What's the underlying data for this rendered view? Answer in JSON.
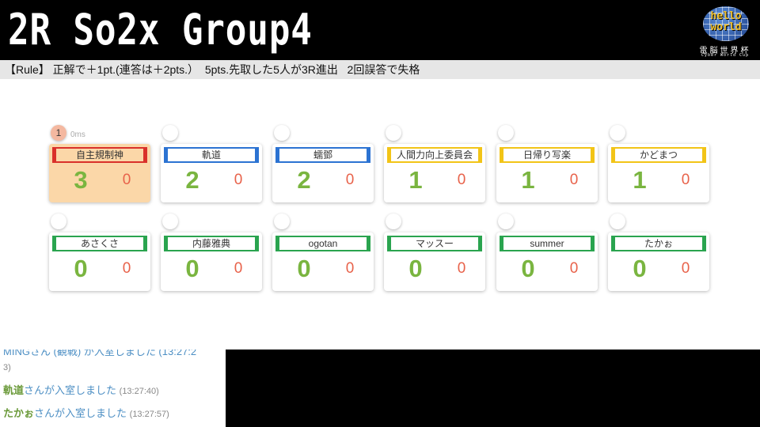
{
  "header": {
    "title": "2R So2x Group4",
    "logo": {
      "word": "hello\nworld",
      "subtitle_cn": "電脳世界杯",
      "subtitle_en": "Cyber World Cup"
    }
  },
  "rule_bar": {
    "text": "【Rule】 正解で＋1pt.(連答は＋2pts.）  5pts.先取した5人が3R進出   2回誤答で失格"
  },
  "players": [
    {
      "rank": "1",
      "ms": "0ms",
      "name": "自主規制神",
      "correct": "3",
      "wrong": "0",
      "color": "red",
      "leader": true
    },
    {
      "rank": "",
      "ms": "",
      "name": "軌道",
      "correct": "2",
      "wrong": "0",
      "color": "blue",
      "leader": false
    },
    {
      "rank": "",
      "ms": "",
      "name": "蠕鄧",
      "correct": "2",
      "wrong": "0",
      "color": "blue",
      "leader": false
    },
    {
      "rank": "",
      "ms": "",
      "name": "人間力向上委員会",
      "correct": "1",
      "wrong": "0",
      "color": "yellow",
      "leader": false
    },
    {
      "rank": "",
      "ms": "",
      "name": "日帰り写楽",
      "correct": "1",
      "wrong": "0",
      "color": "yellow",
      "leader": false
    },
    {
      "rank": "",
      "ms": "",
      "name": "かどまつ",
      "correct": "1",
      "wrong": "0",
      "color": "yellow",
      "leader": false
    },
    {
      "rank": "",
      "ms": "",
      "name": "あさくさ",
      "correct": "0",
      "wrong": "0",
      "color": "green",
      "leader": false
    },
    {
      "rank": "",
      "ms": "",
      "name": "内藤雅典",
      "correct": "0",
      "wrong": "0",
      "color": "green",
      "leader": false
    },
    {
      "rank": "",
      "ms": "",
      "name": "ogotan",
      "correct": "0",
      "wrong": "0",
      "color": "green",
      "leader": false
    },
    {
      "rank": "",
      "ms": "",
      "name": "マッスー",
      "correct": "0",
      "wrong": "0",
      "color": "green",
      "leader": false
    },
    {
      "rank": "",
      "ms": "",
      "name": "summer",
      "correct": "0",
      "wrong": "0",
      "color": "green",
      "leader": false
    },
    {
      "rank": "",
      "ms": "",
      "name": "たかぉ",
      "correct": "0",
      "wrong": "0",
      "color": "green",
      "leader": false
    }
  ],
  "chat": {
    "cut_top": "MINGさん (観戦) が入室しました (13:27:2",
    "cut_tail": "3)",
    "messages": [
      {
        "user": "軌道",
        "text": "さんが入室しました",
        "time": "(13:27:40)"
      },
      {
        "user": "たかぉ",
        "text": "さんが入室しました",
        "time": "(13:27:57)"
      }
    ]
  },
  "colors": {
    "red": "#d9302a",
    "blue": "#2c73d2",
    "yellow": "#f2c417",
    "green": "#2aa44f",
    "correct": "#7ab540",
    "wrong": "#e8624a",
    "leader_bg": "#fbd7a8"
  }
}
